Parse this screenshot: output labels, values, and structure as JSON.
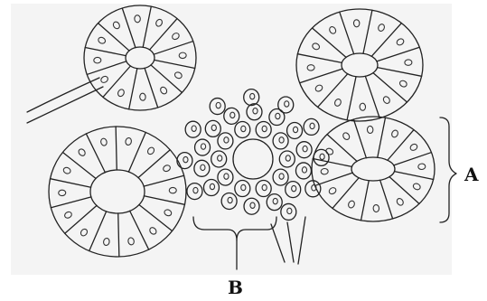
{
  "figure": {
    "labels": {
      "a": "A",
      "b": "B"
    },
    "colors": {
      "paper": "#ffffff",
      "ink": "#222222",
      "shade": "#f2f2f2"
    },
    "structures": [
      {
        "id": "rosette-top-left",
        "cells": 12,
        "nucleus_marks": "present"
      },
      {
        "id": "rosette-top-right",
        "cells": 12,
        "nucleus_marks": "present"
      },
      {
        "id": "rosette-bottom-left",
        "cells": 14,
        "nucleus_marks": "present"
      },
      {
        "id": "rosette-right",
        "cells": 12,
        "nucleus_marks": "present"
      },
      {
        "id": "central-cell-cluster",
        "cells": 36,
        "nucleus_marks": "present"
      }
    ]
  }
}
